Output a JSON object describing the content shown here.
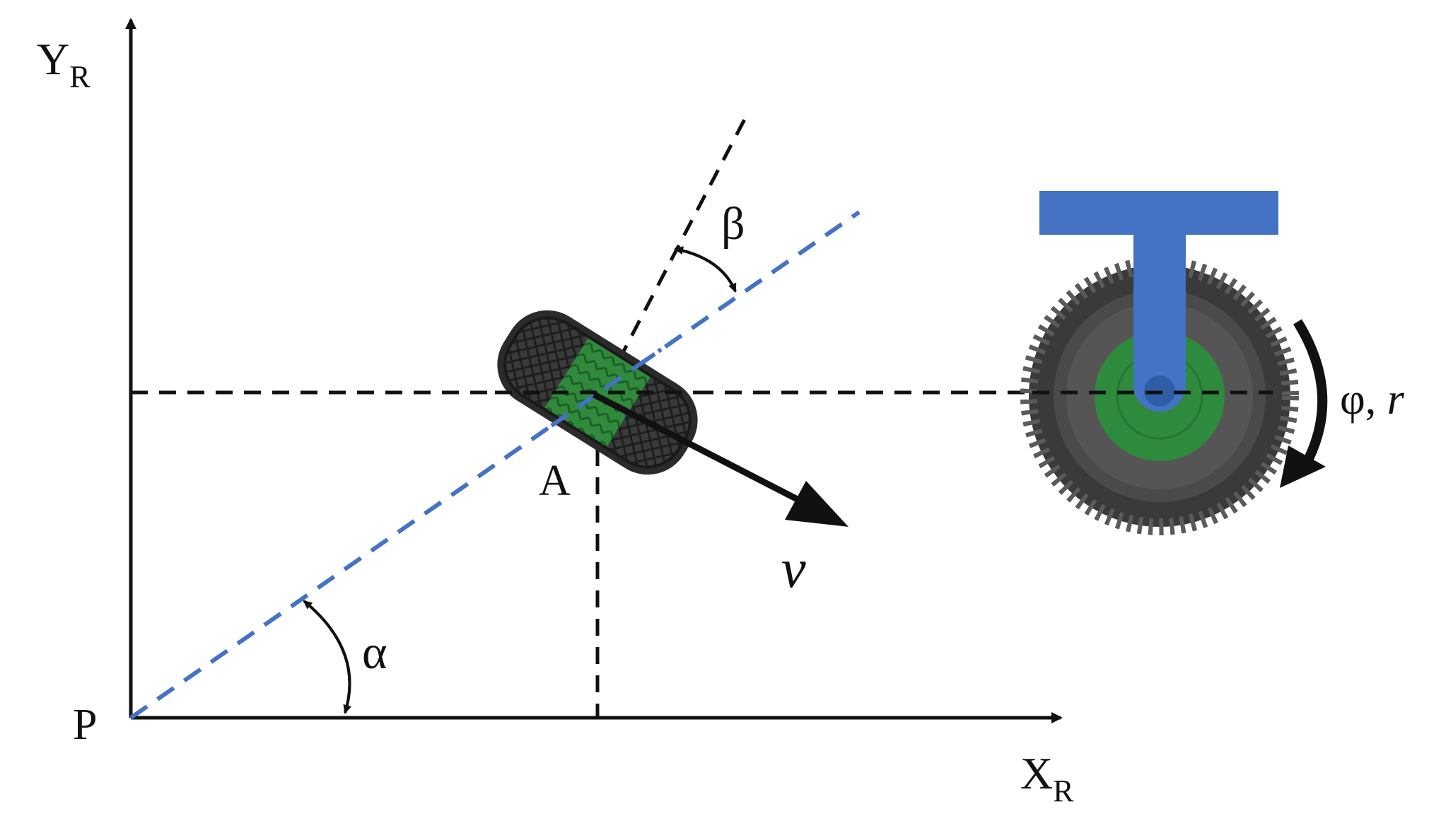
{
  "labels": {
    "y_axis_main": "Y",
    "y_axis_sub": "R",
    "x_axis_main": "X",
    "x_axis_sub": "R",
    "origin": "P",
    "wheel_point": "A",
    "velocity": "v",
    "alpha": "α",
    "beta": "β",
    "rotation_main": "φ,",
    "rotation_radius": " r"
  },
  "colors": {
    "axis": "#111111",
    "guide_dashed": "#111111",
    "radial_line": "#4472c4",
    "bracket": "#4472c4",
    "hub": "#2e8b3e",
    "tire_outer": "#2b2b2b",
    "tire_tread": "#555555",
    "arrow": "#111111"
  },
  "icons": {
    "top_view_wheel": "tire-top-view-icon",
    "side_view_wheel": "wheel-side-view-icon",
    "rotation_arrow": "curved-arrow-icon"
  }
}
